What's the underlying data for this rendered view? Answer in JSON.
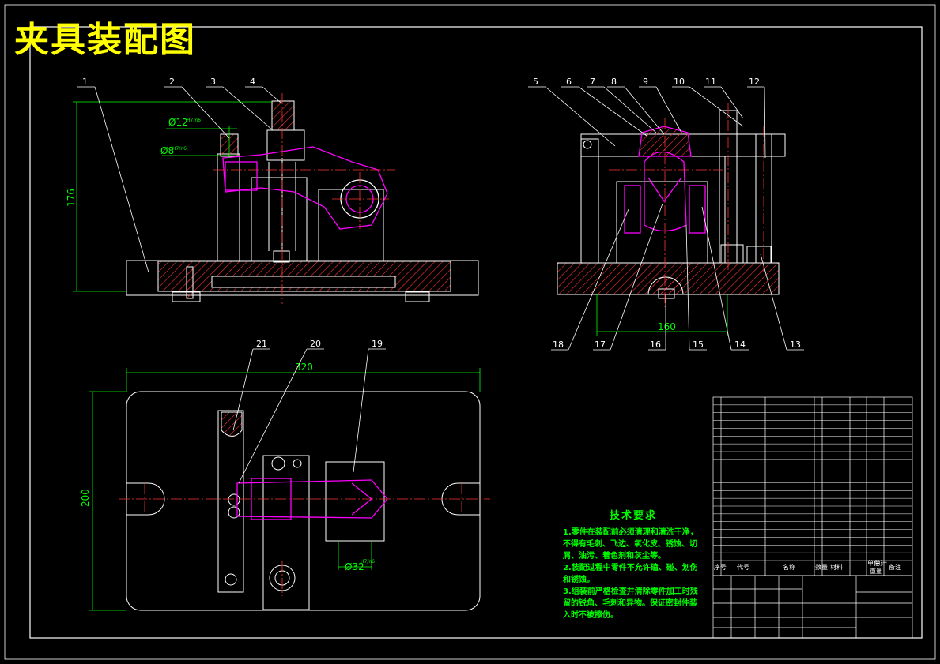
{
  "title": "夹具装配图",
  "balloons_front": [
    "1",
    "2",
    "3",
    "4"
  ],
  "balloons_side_top": [
    "5",
    "6",
    "7",
    "8",
    "9",
    "10",
    "11",
    "12"
  ],
  "balloons_side_bottom": [
    "18",
    "17",
    "16",
    "15",
    "14",
    "13"
  ],
  "balloons_plan": [
    "21",
    "20",
    "19"
  ],
  "dimensions": {
    "height_front": "176",
    "dia_pin": "Ø12",
    "dia_pin_fit": "H7/n6",
    "dia_small": "Ø8",
    "dia_small_fit": "H7/n6",
    "width_side": "160",
    "length_plan": "320",
    "height_plan": "200",
    "dia_bushing": "Ø32",
    "dia_bushing_fit": "H7/n6"
  },
  "tech": {
    "heading": "技术要求",
    "items": [
      "1.零件在装配前必须清理和清洗干净，不得有毛刺、飞边、氧化皮、锈蚀、切屑、油污、着色剂和灰尘等。",
      "2.装配过程中零件不允许磕、碰、划伤和锈蚀。",
      "3.组装前严格检查并清除零件加工时残留的锐角、毛刺和异物。保证密封件装入时不被擦伤。"
    ]
  },
  "bom_header": [
    "序号",
    "代号",
    "名称",
    "数量",
    "材料",
    "单件",
    "总计",
    "重量",
    "备注"
  ],
  "colors": {
    "background": "#000000",
    "line": "#ffffff",
    "dimension": "#00ff00",
    "centerline": "#ff0000",
    "section": "#ff3333",
    "highlight": "#ff00ff",
    "title": "#ffff00"
  }
}
